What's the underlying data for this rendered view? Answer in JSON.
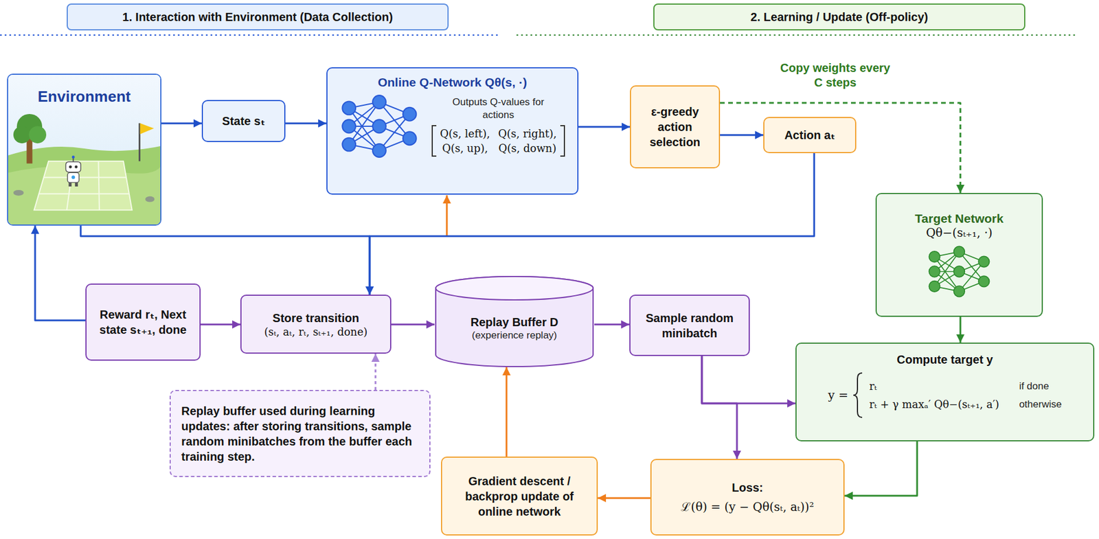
{
  "diagram": {
    "nodes": [
      {
        "text": [
          "1. Interaction with Environment (Data Collection)"
        ]
      },
      {
        "text": [
          "2. Learning / Update (Off-policy)"
        ]
      },
      {
        "text": [
          "Environment"
        ]
      },
      {
        "text": [
          "State sₜ"
        ]
      },
      {
        "text": [
          "Online Q-Network Qθ(s, ·)",
          "Outputs Q-values for actions",
          "Q(s, left),",
          "Q(s, right),",
          "Q(s, up),",
          "Q(s, down)"
        ]
      },
      {
        "text": [
          "ε-greedy action selection"
        ]
      },
      {
        "text": [
          "Action aₜ"
        ]
      },
      {
        "text": [
          "Target Network",
          "Qθ−(sₜ₊₁, ·)"
        ]
      },
      {
        "text": [
          "Reward rₜ, Next state sₜ₊₁, done"
        ]
      },
      {
        "text": [
          "Store transition",
          "(sₜ, aₜ, rₜ, sₜ₊₁, done)"
        ]
      },
      {
        "text": [
          "Replay Buffer D",
          "(experience replay)"
        ]
      },
      {
        "text": [
          "Sample random minibatch"
        ]
      },
      {
        "text": [
          "Compute target y",
          "y =",
          "rₜ",
          "if done",
          "rₜ + γ maxₐ′ Qθ−(sₜ₊₁, a′)",
          "otherwise"
        ]
      },
      {
        "text": [
          "Replay buffer used during learning updates: after storing transitions, sample random minibatches from the buffer each training step."
        ]
      },
      {
        "text": [
          "Gradient descent / backprop update of online network"
        ]
      },
      {
        "text": [
          "Loss:",
          "ℒ(θ) = (y − Qθ(sₜ, aₜ))²"
        ]
      }
    ],
    "edges": [
      {
        "from": 2,
        "to": 3,
        "arrow": "to"
      },
      {
        "from": 3,
        "to": 4,
        "arrow": "to"
      },
      {
        "from": 4,
        "to": 5,
        "arrow": "to"
      },
      {
        "from": 5,
        "to": 6,
        "arrow": "to"
      },
      {
        "from": 5,
        "to": 7,
        "label": "Copy weights every C steps",
        "arrow": "to"
      },
      {
        "from": 2,
        "to": 9,
        "arrow": "to"
      },
      {
        "from": 6,
        "to": 9,
        "arrow": "to"
      },
      {
        "from": 8,
        "to": 2,
        "arrow": "to"
      },
      {
        "from": 8,
        "to": 9,
        "arrow": "to"
      },
      {
        "from": 9,
        "to": 10,
        "arrow": "to"
      },
      {
        "from": 10,
        "to": 11,
        "arrow": "to"
      },
      {
        "from": 11,
        "to": 12,
        "arrow": "to"
      },
      {
        "from": 11,
        "to": 15,
        "arrow": "to"
      },
      {
        "from": 7,
        "to": 12,
        "arrow": "to"
      },
      {
        "from": 12,
        "to": 15,
        "arrow": "to"
      },
      {
        "from": 15,
        "to": 14,
        "arrow": "to"
      },
      {
        "from": 14,
        "to": 10,
        "arrow": "to"
      },
      {
        "from": 13,
        "to": 9,
        "arrow": "to"
      }
    ]
  }
}
